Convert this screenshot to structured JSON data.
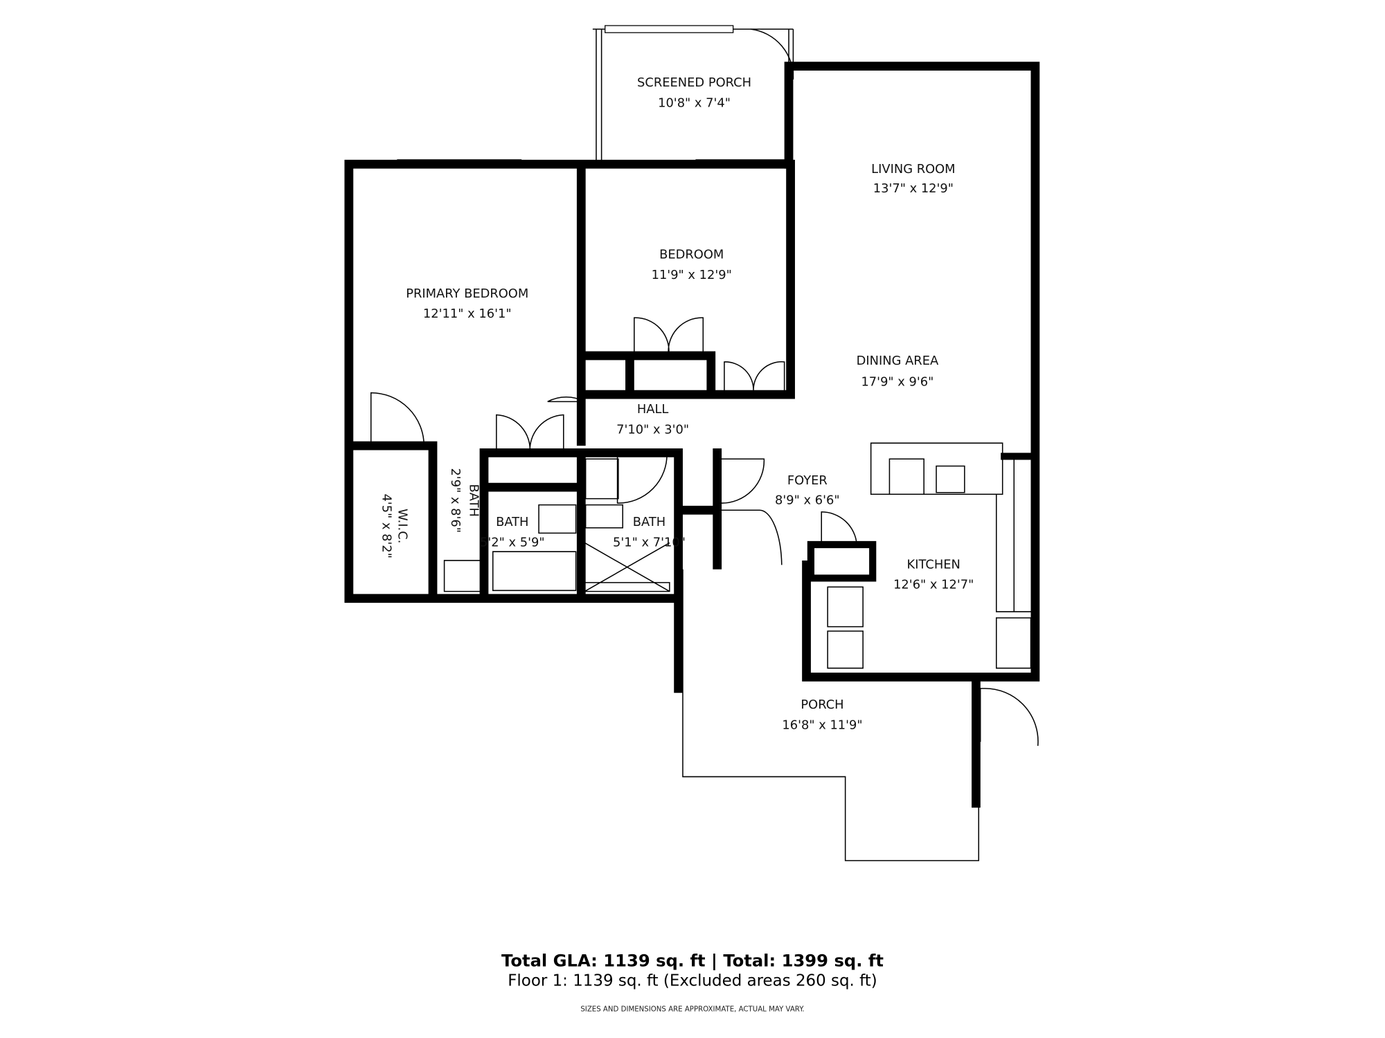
{
  "rooms": {
    "screened_porch": {
      "name": "SCREENED PORCH",
      "size": "10'8\" x 7'4\""
    },
    "living_room": {
      "name": "LIVING ROOM",
      "size": "13'7\" x 12'9\""
    },
    "bedroom": {
      "name": "BEDROOM",
      "size": "11'9\" x 12'9\""
    },
    "primary_bedroom": {
      "name": "PRIMARY BEDROOM",
      "size": "12'11\" x 16'1\""
    },
    "dining_area": {
      "name": "DINING AREA",
      "size": "17'9\" x 9'6\""
    },
    "hall": {
      "name": "HALL",
      "size": "7'10\" x 3'0\""
    },
    "foyer": {
      "name": "FOYER",
      "size": "8'9\" x 6'6\""
    },
    "kitchen": {
      "name": "KITCHEN",
      "size": "12'6\" x 12'7\""
    },
    "bath_1": {
      "name": "BATH",
      "size": "5'2\" x 5'9\""
    },
    "bath_2": {
      "name": "BATH",
      "size": "5'1\" x 7'10\""
    },
    "bath_3": {
      "name": "BATH",
      "size": "2'9\" x 8'6\""
    },
    "wic": {
      "name": "W.I.C.",
      "size": "4'5\" x 8'2\""
    },
    "porch": {
      "name": "PORCH",
      "size": "16'8\" x 11'9\""
    }
  },
  "footer": {
    "totals": "Total GLA: 1139 sq. ft | Total: 1399 sq. ft",
    "floor": "Floor 1: 1139 sq. ft (Excluded areas 260 sq. ft)",
    "disclaimer": "SIZES AND DIMENSIONS ARE APPROXIMATE, ACTUAL MAY VARY."
  }
}
